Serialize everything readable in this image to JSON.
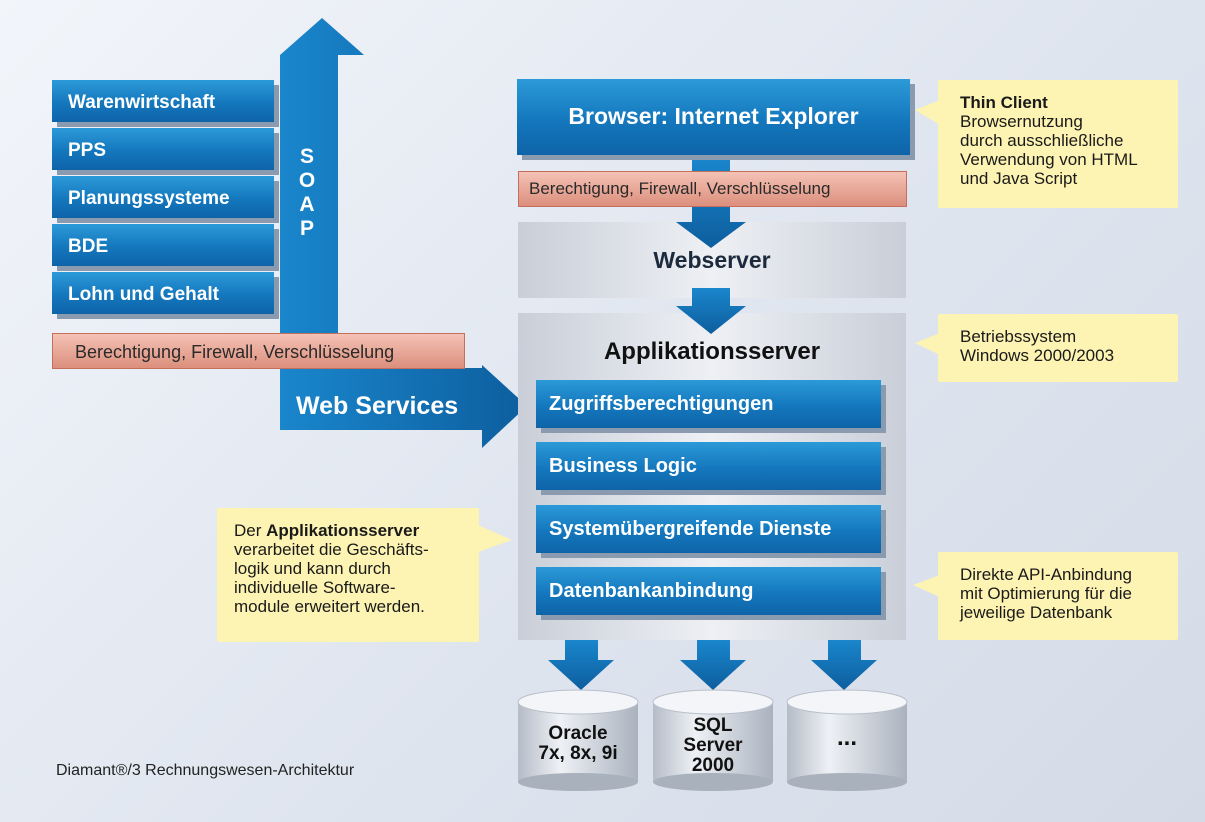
{
  "left_systems": {
    "items": [
      {
        "label": "Warenwirtschaft"
      },
      {
        "label": "PPS"
      },
      {
        "label": "Planungssysteme"
      },
      {
        "label": "BDE"
      },
      {
        "label": "Lohn und Gehalt"
      }
    ]
  },
  "security_label": "Berechtigung, Firewall, Verschlüsselung",
  "soap_letters": [
    "S",
    "O",
    "A",
    "P"
  ],
  "web_services_label": "Web Services",
  "browser_label": "Browser: Internet Explorer",
  "webserver_label": "Webserver",
  "appserver": {
    "title": "Applikationsserver",
    "layers": [
      {
        "label": "Zugriffsberechtigungen"
      },
      {
        "label": "Business Logic"
      },
      {
        "label": "Systemübergreifende Dienste"
      },
      {
        "label": "Datenbankanbindung"
      }
    ]
  },
  "databases": [
    {
      "lines": [
        "Oracle",
        "7x, 8x, 9i"
      ]
    },
    {
      "lines": [
        "SQL",
        "Server",
        "2000"
      ]
    },
    {
      "lines": [
        "..."
      ]
    }
  ],
  "notes": {
    "thin_client": {
      "title": "Thin Client",
      "body": [
        "Browsernutzung",
        "durch ausschließliche",
        "Verwendung von HTML",
        "und Java Script"
      ]
    },
    "os": {
      "body": [
        "Betriebssystem",
        "Windows 2000/2003"
      ]
    },
    "appserver": {
      "prefix": "Der",
      "bold": "Applikationsserver",
      "body": [
        "verarbeitet die Geschäfts-",
        "logik und kann durch",
        "individuelle Software-",
        "module erweitert werden."
      ]
    },
    "api": {
      "body": [
        "Direkte API-Anbindung",
        "mit Optimierung für die",
        "jeweilige Datenbank"
      ]
    }
  },
  "caption": "Diamant®/3 Rechnungswesen-Architektur",
  "colors": {
    "accent_blue": "#1477bd",
    "note_yellow": "#fdf3b2",
    "security_red": "#dc8f7c"
  }
}
